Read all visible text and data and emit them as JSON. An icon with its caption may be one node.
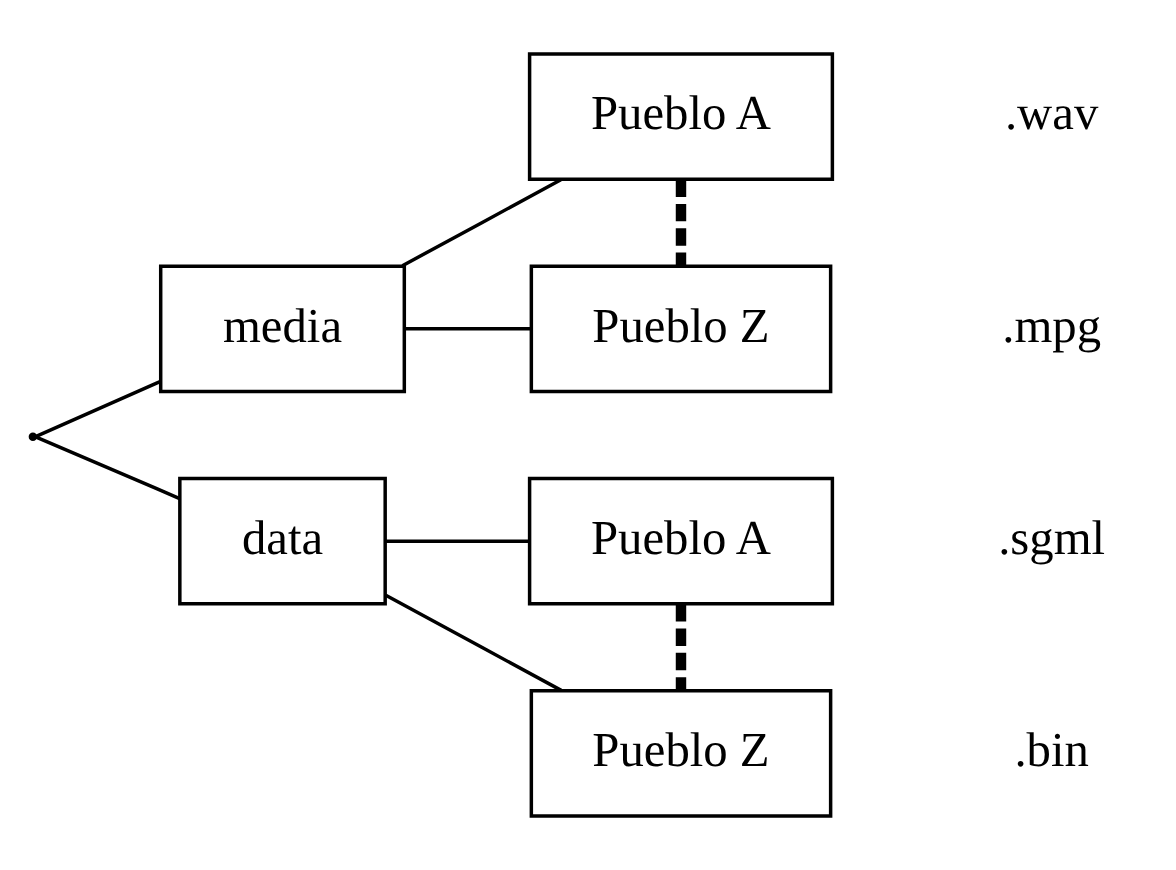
{
  "diagram": {
    "nodes": [
      {
        "text": [],
        "shape": "point"
      },
      {
        "text": [
          "media"
        ]
      },
      {
        "text": [
          "Pueblo A"
        ]
      },
      {
        "text": [
          "Pueblo Z"
        ]
      },
      {
        "text": [
          "data"
        ]
      },
      {
        "text": [
          "Pueblo A"
        ]
      },
      {
        "text": [
          "Pueblo Z"
        ]
      }
    ],
    "edges": [
      {
        "from": 0,
        "to": 1,
        "arrow": "none"
      },
      {
        "from": 0,
        "to": 4,
        "arrow": "none"
      },
      {
        "from": 1,
        "to": 2,
        "arrow": "none"
      },
      {
        "from": 1,
        "to": 3,
        "arrow": "none"
      },
      {
        "from": 2,
        "to": 3,
        "arrow": "none",
        "style": "dashed"
      },
      {
        "from": 4,
        "to": 5,
        "arrow": "none"
      },
      {
        "from": 4,
        "to": 6,
        "arrow": "none"
      },
      {
        "from": 5,
        "to": 6,
        "arrow": "none",
        "style": "dashed"
      }
    ],
    "labels": [
      ".wav",
      ".mpg",
      ".sgml",
      ".bin"
    ]
  }
}
